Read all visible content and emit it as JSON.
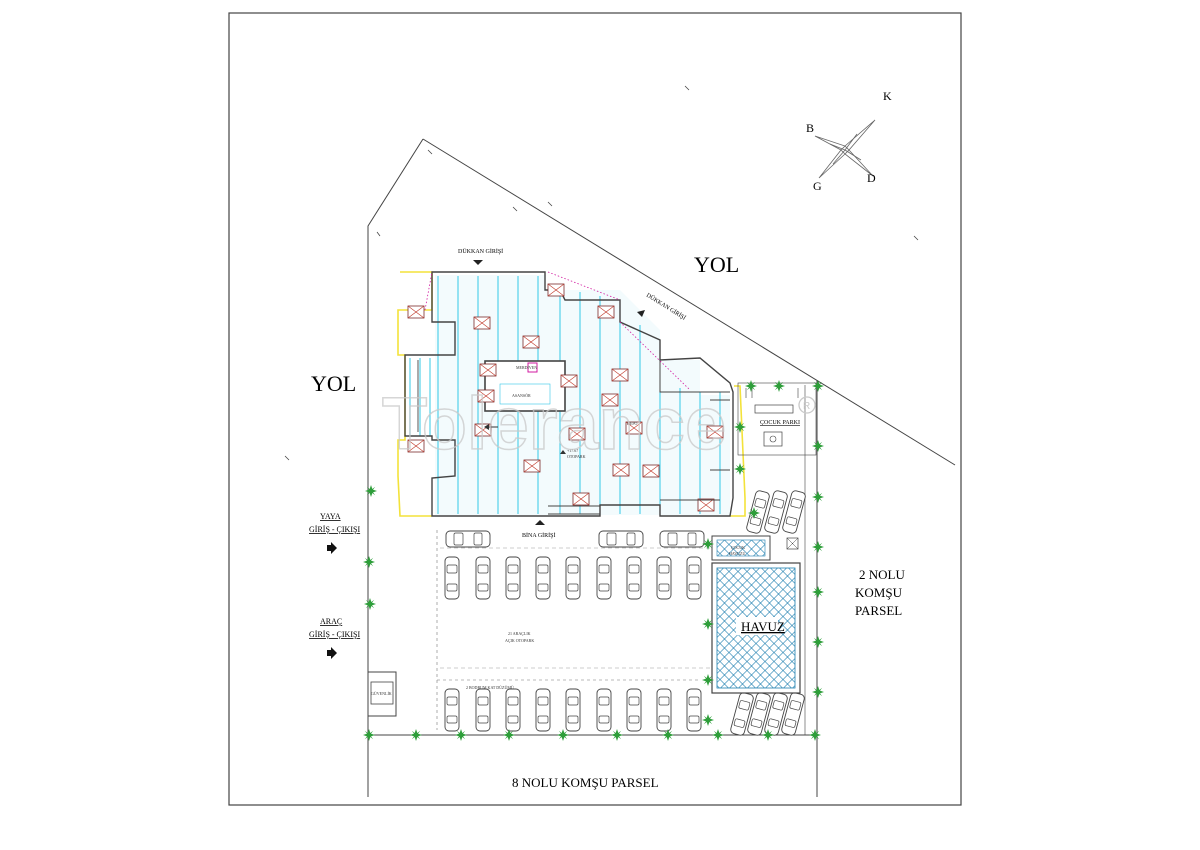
{
  "roads": {
    "top": "YOL",
    "left": "YOL"
  },
  "compass": {
    "k": "K",
    "b": "B",
    "d": "D",
    "g": "G"
  },
  "entrances": {
    "shop_top": "DÜKKAN GİRİŞİ",
    "shop_diag": "DÜKKAN GİRİŞİ",
    "building": "BİNA GİRİŞİ"
  },
  "pedestrian": {
    "line1": "YAYA",
    "line2": "GİRİŞ - ÇIKIŞI"
  },
  "vehicle": {
    "line1": "ARAÇ",
    "line2": "GİRİŞ - ÇIKIŞI"
  },
  "security": "GÜVENLİK",
  "children_park": "ÇOCUK PARKI",
  "children_pool": {
    "line1": "ÇOCUK",
    "line2": "HAVUZU"
  },
  "pool": "HAVUZ",
  "parking": {
    "line1": "21 ARAÇLIK",
    "line2": "AÇIK OTOPARK"
  },
  "parking_note": "2 BODRUM KAT DÜZÜMÜ",
  "elevation": {
    "line1": "+17.67",
    "line2": "OTOPARK"
  },
  "neighbor_right": {
    "line1": "2 NOLU",
    "line2": "KOMŞU",
    "line3": "PARSEL"
  },
  "neighbor_bottom": "8 NOLU KOMŞU PARSEL",
  "watermark": "Tolerance",
  "colors": {
    "line": "#444444",
    "cyan": "#33c9e6",
    "yellow": "#f3e23a",
    "tree": "#2e9e3a",
    "magenta": "#d21aa0",
    "pool_hatch": "#1e7fb0"
  }
}
